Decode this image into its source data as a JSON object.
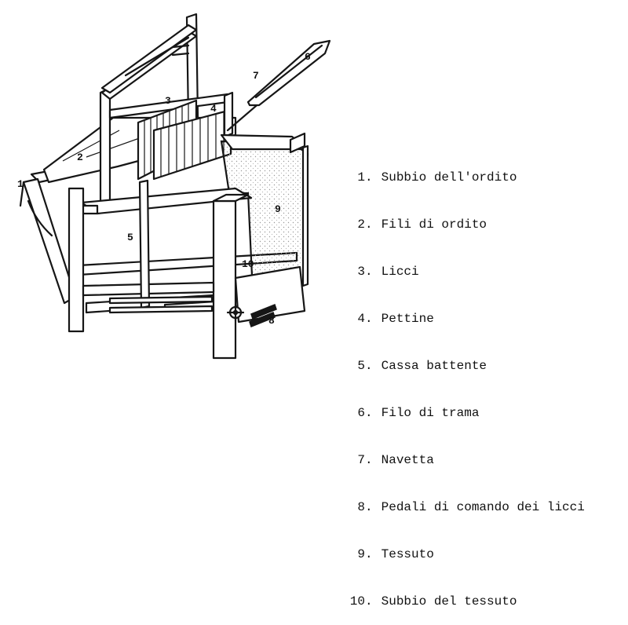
{
  "diagram": {
    "callouts": [
      {
        "id": "1",
        "text": "1"
      },
      {
        "id": "2",
        "text": "2"
      },
      {
        "id": "3",
        "text": "3"
      },
      {
        "id": "4",
        "text": "4"
      },
      {
        "id": "5",
        "text": "5"
      },
      {
        "id": "6",
        "text": "6"
      },
      {
        "id": "7",
        "text": "7"
      },
      {
        "id": "8",
        "text": "8"
      },
      {
        "id": "9",
        "text": "9"
      },
      {
        "id": "10",
        "text": "10"
      }
    ],
    "legend": [
      {
        "num": "1",
        "label": "Subbio dell'ordito"
      },
      {
        "num": "2",
        "label": "Fili di ordito"
      },
      {
        "num": "3",
        "label": "Licci"
      },
      {
        "num": "4",
        "label": "Pettine"
      },
      {
        "num": "5",
        "label": "Cassa battente"
      },
      {
        "num": "6",
        "label": "Filo di trama"
      },
      {
        "num": "7",
        "label": "Navetta"
      },
      {
        "num": "8",
        "label": "Pedali di comando dei licci"
      },
      {
        "num": "9",
        "label": "Tessuto"
      },
      {
        "num": "10",
        "label": "Subbio del tessuto"
      }
    ],
    "colors": {
      "ink": "#161616",
      "paper": "#ffffff",
      "cloth_dots": "#9a9a9a"
    }
  }
}
